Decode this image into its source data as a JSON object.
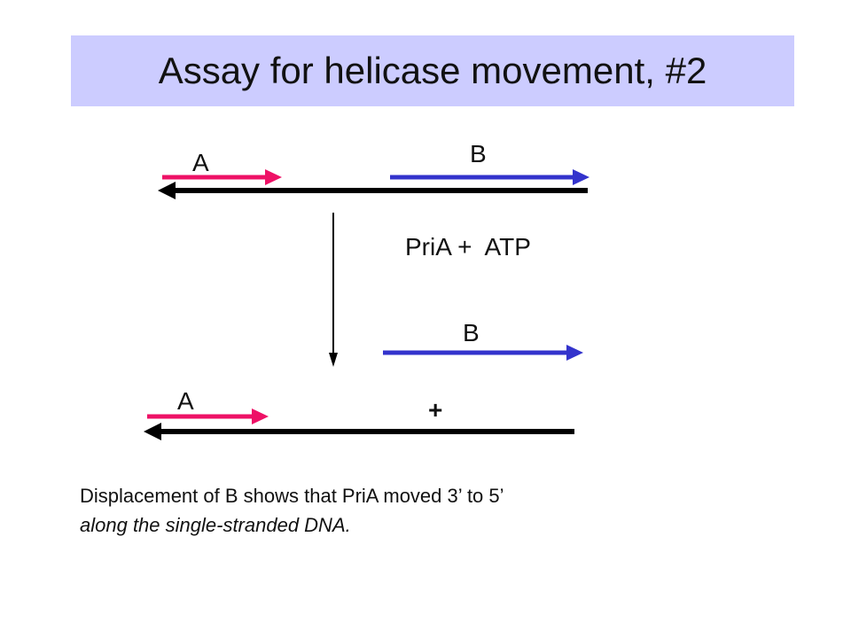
{
  "title": "Assay for helicase movement, #2",
  "labels": {
    "top_a": "A",
    "top_b": "B",
    "reaction": "PriA +  ATP",
    "bottom_b": "B",
    "bottom_a": "A",
    "plus": "+"
  },
  "caption": {
    "line1": "Displacement of B shows that PriA moved 3’ to 5’",
    "line2": "along the single-stranded DNA."
  },
  "colors": {
    "title_bg": "#ccccff",
    "strand_a": "#ee1166",
    "strand_b": "#3333cc",
    "template": "#000000"
  }
}
